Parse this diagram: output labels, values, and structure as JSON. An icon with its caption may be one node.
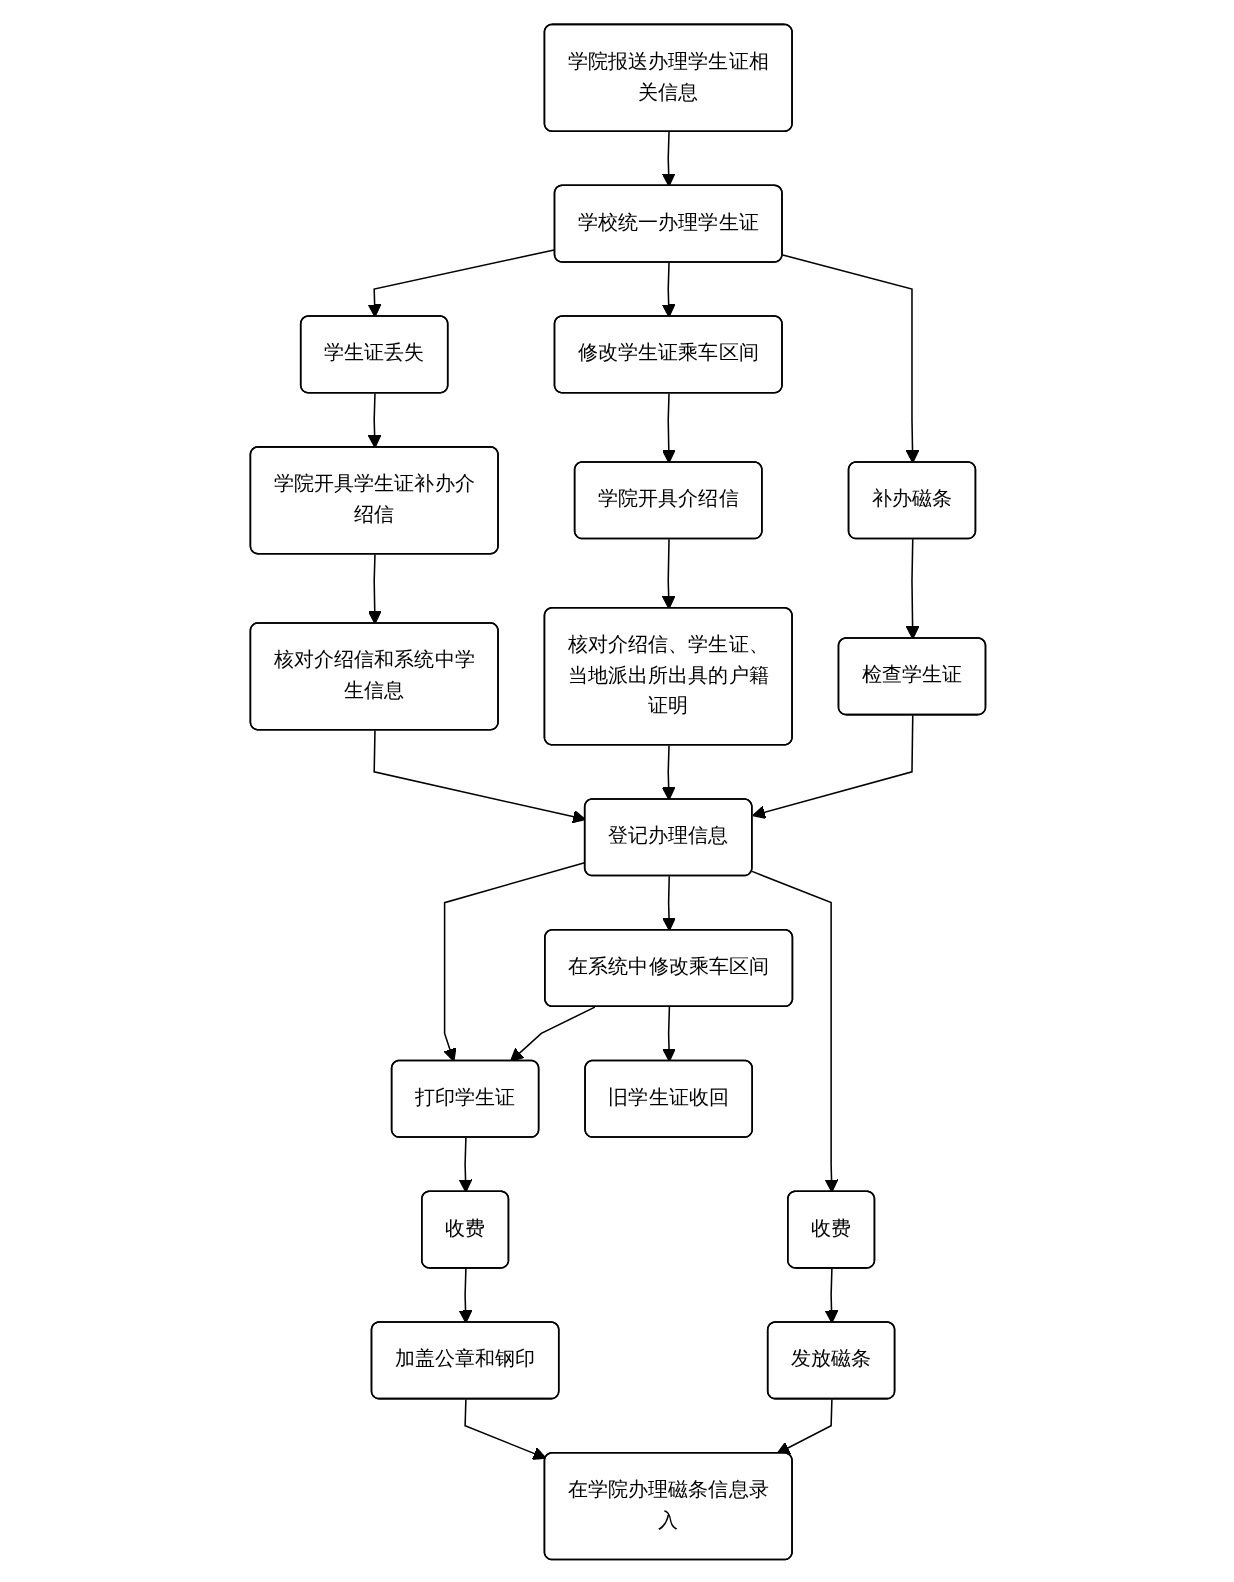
{
  "diagram": {
    "nodes": [
      {
        "text": [
          "学院报送办理学生证相关信息"
        ]
      },
      {
        "text": [
          "学校统一办理学生证"
        ]
      },
      {
        "text": [
          "学生证丢失"
        ]
      },
      {
        "text": [
          "修改学生证乘车区间"
        ]
      },
      {
        "text": [
          "补办磁条"
        ]
      },
      {
        "text": [
          "学院开具学生证补办介绍信"
        ]
      },
      {
        "text": [
          "学院开具介绍信"
        ]
      },
      {
        "text": [
          "检查学生证"
        ]
      },
      {
        "text": [
          "核对介绍信和系统中学生信息"
        ]
      },
      {
        "text": [
          "核对介绍信、学生证、当地派出所出具的户籍证明"
        ]
      },
      {
        "text": [
          "登记办理信息"
        ]
      },
      {
        "text": [
          "打印学生证"
        ]
      },
      {
        "text": [
          "在系统中修改乘车区间"
        ]
      },
      {
        "text": [
          "收费"
        ]
      },
      {
        "text": [
          "收费"
        ]
      },
      {
        "text": [
          "旧学生证收回"
        ]
      },
      {
        "text": [
          "发放磁条"
        ]
      },
      {
        "text": [
          "加盖公章和钢印"
        ]
      },
      {
        "text": [
          "在学院办理磁条信息录入"
        ]
      }
    ],
    "edges": [
      {
        "from": 0,
        "to": 1,
        "arrow": "to"
      },
      {
        "from": 1,
        "to": 2,
        "arrow": "to"
      },
      {
        "from": 1,
        "to": 3,
        "arrow": "to"
      },
      {
        "from": 1,
        "to": 4,
        "arrow": "to"
      },
      {
        "from": 2,
        "to": 5,
        "arrow": "to"
      },
      {
        "from": 3,
        "to": 6,
        "arrow": "to"
      },
      {
        "from": 4,
        "to": 7,
        "arrow": "to"
      },
      {
        "from": 5,
        "to": 8,
        "arrow": "to"
      },
      {
        "from": 6,
        "to": 9,
        "arrow": "to"
      },
      {
        "from": 8,
        "to": 10,
        "arrow": "to"
      },
      {
        "from": 9,
        "to": 10,
        "arrow": "to"
      },
      {
        "from": 7,
        "to": 10,
        "arrow": "to"
      },
      {
        "from": 10,
        "to": 11,
        "arrow": "to"
      },
      {
        "from": 10,
        "to": 12,
        "arrow": "to"
      },
      {
        "from": 10,
        "to": 13,
        "arrow": "to"
      },
      {
        "from": 12,
        "to": 11,
        "arrow": "to"
      },
      {
        "from": 11,
        "to": 14,
        "arrow": "to"
      },
      {
        "from": 12,
        "to": 15,
        "arrow": "to"
      },
      {
        "from": 13,
        "to": 16,
        "arrow": "to"
      },
      {
        "from": 14,
        "to": 17,
        "arrow": "to"
      },
      {
        "from": 17,
        "to": 18,
        "arrow": "to"
      },
      {
        "from": 16,
        "to": 18,
        "arrow": "to"
      }
    ]
  }
}
